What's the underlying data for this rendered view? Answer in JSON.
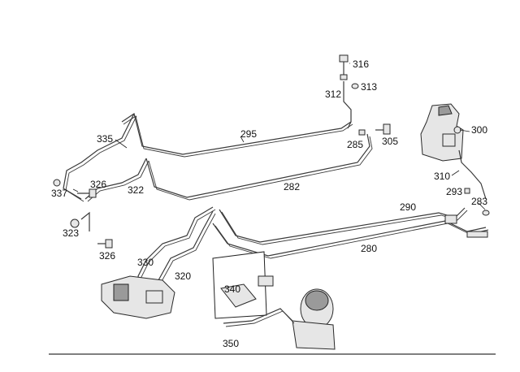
{
  "diagram": {
    "labels": {
      "p316": "316",
      "p313": "313",
      "p312": "312",
      "p295": "295",
      "p300": "300",
      "p335": "335",
      "p285": "285",
      "p305": "305",
      "p310": "310",
      "p326a": "326",
      "p337": "337",
      "p322": "322",
      "p282": "282",
      "p293": "293",
      "p283": "283",
      "p290": "290",
      "p323": "323",
      "p280": "280",
      "p326b": "326",
      "p330": "330",
      "p320": "320",
      "p340": "340",
      "p350": "350"
    }
  }
}
